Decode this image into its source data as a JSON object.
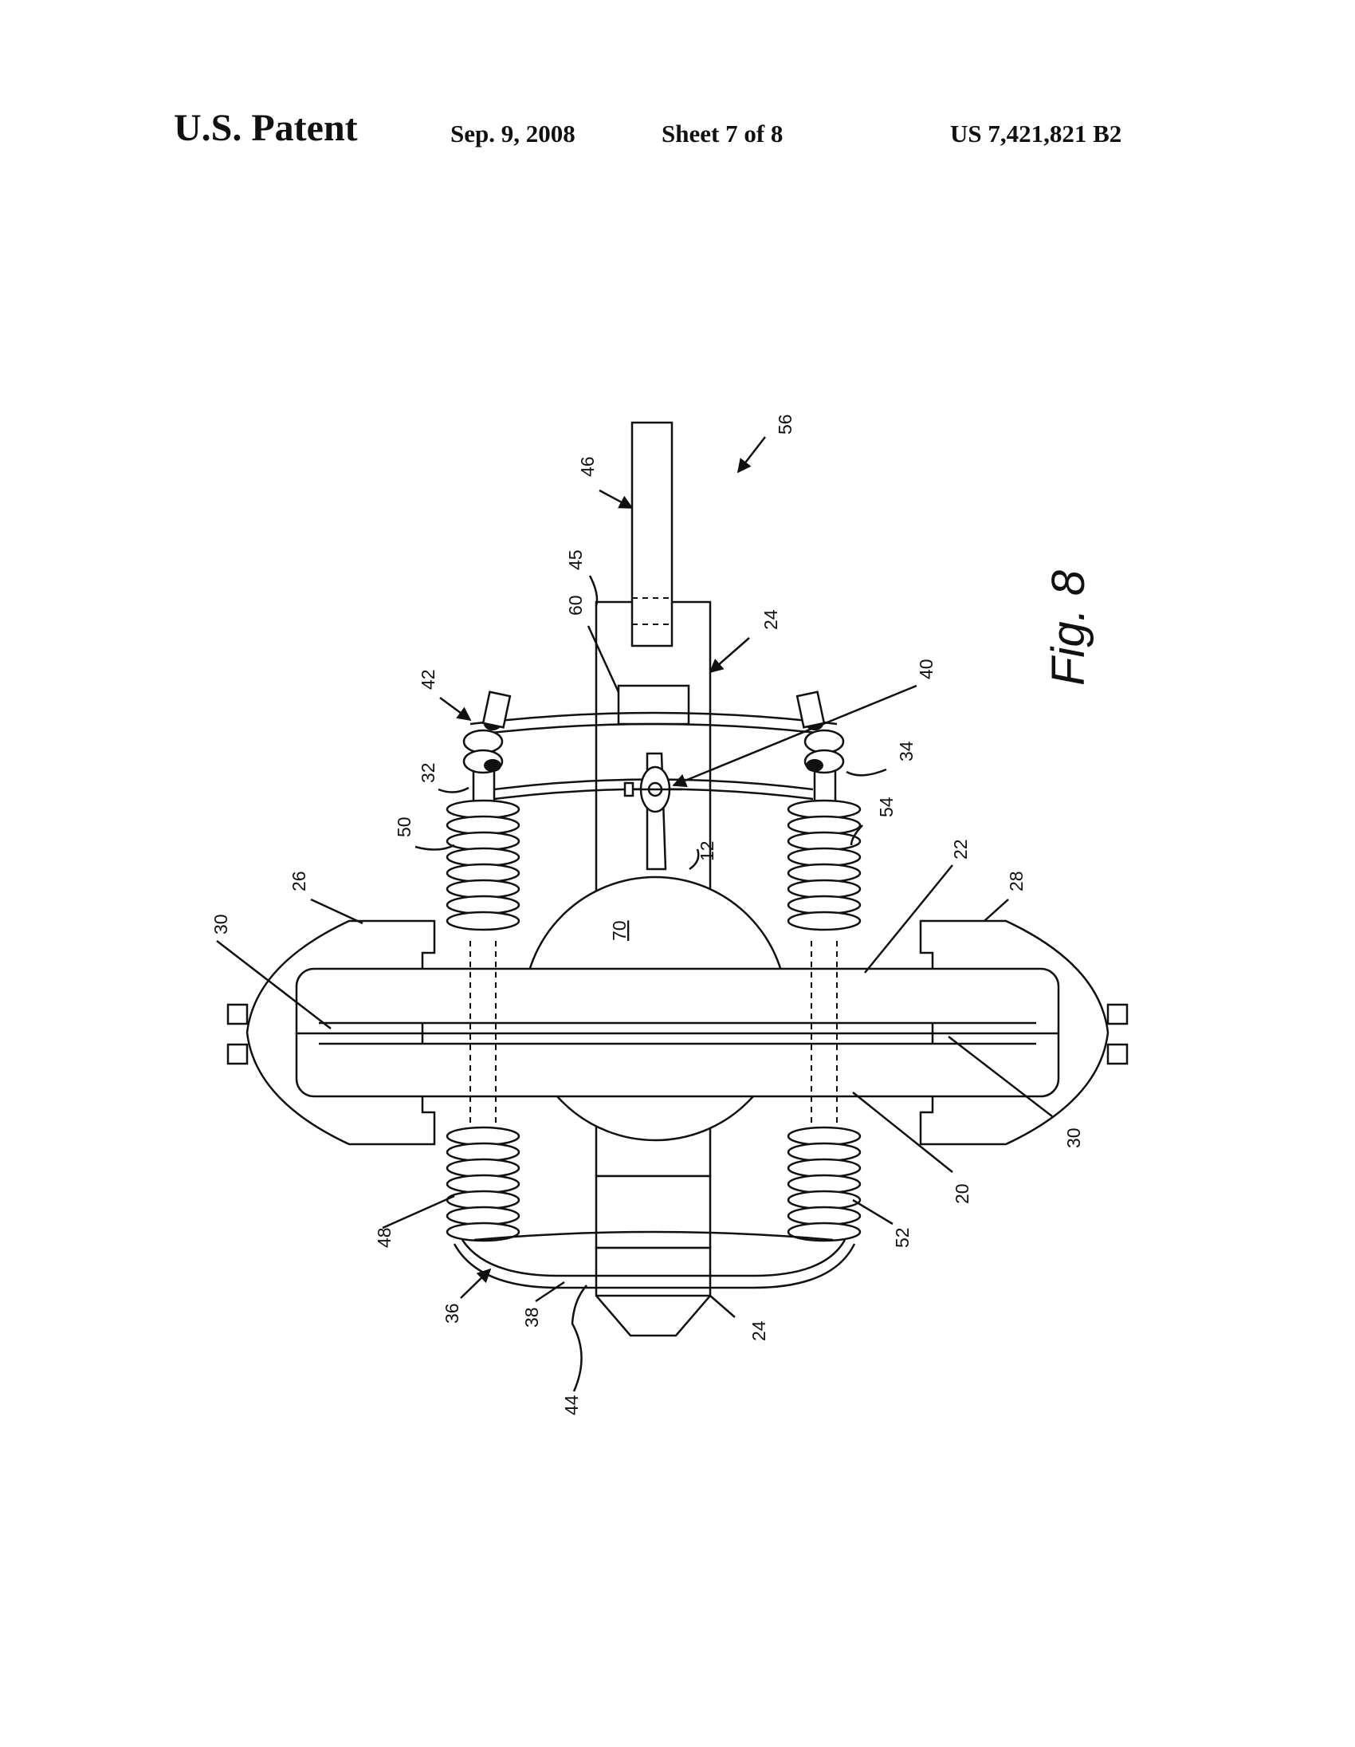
{
  "header": {
    "publication": "U.S. Patent",
    "date": "Sep. 9, 2008",
    "sheet": "Sheet 7 of 8",
    "patent_number": "US 7,421,821 B2"
  },
  "figure": {
    "label": "Fig. 8",
    "refs": {
      "r12": "12",
      "r20": "20",
      "r22": "22",
      "r24a": "24",
      "r24b": "24",
      "r26": "26",
      "r28": "28",
      "r30a": "30",
      "r30b": "30",
      "r32": "32",
      "r34": "34",
      "r36": "36",
      "r38": "38",
      "r40": "40",
      "r42": "42",
      "r44": "44",
      "r45": "45",
      "r46": "46",
      "r48": "48",
      "r50": "50",
      "r52": "52",
      "r54": "54",
      "r56": "56",
      "r60": "60",
      "r70": "70"
    }
  }
}
